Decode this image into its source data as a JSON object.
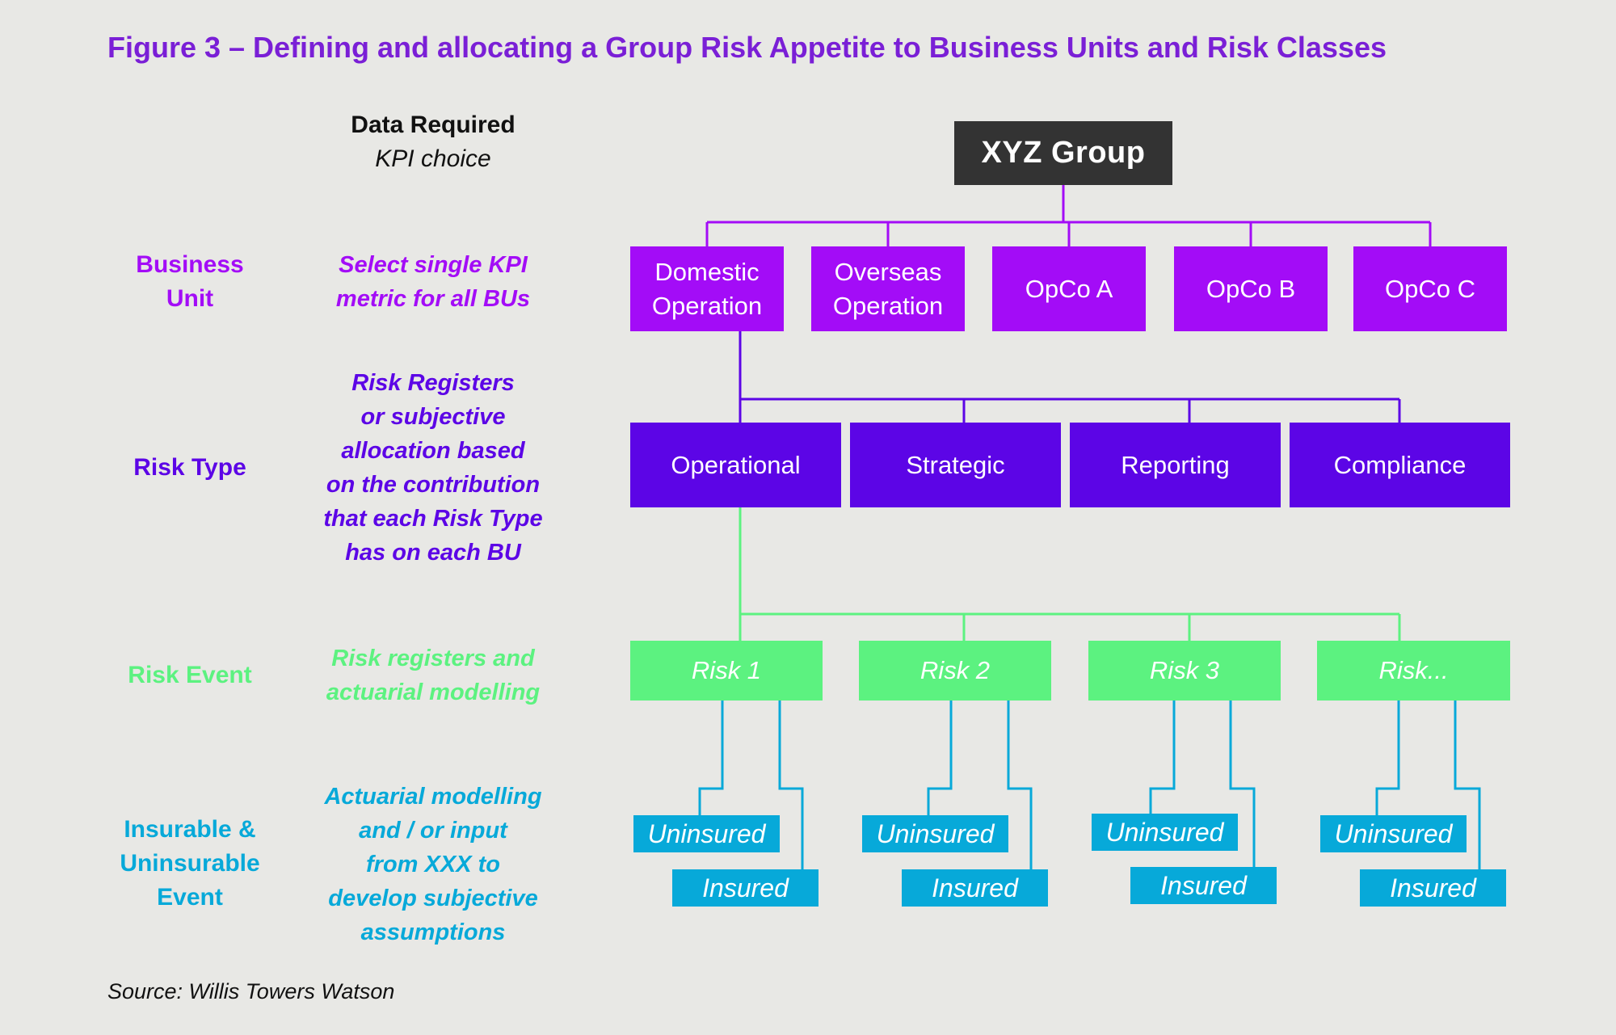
{
  "title": "Figure 3 – Defining and allocating a Group Risk Appetite to Business Units and Risk Classes",
  "header": {
    "data_required": "Data Required",
    "kpi_choice": "KPI choice"
  },
  "rows": {
    "business_unit": {
      "label": [
        "Business",
        "Unit"
      ],
      "desc": [
        "Select single KPI",
        "metric for all BUs"
      ]
    },
    "risk_type": {
      "label": [
        "Risk Type"
      ],
      "desc": [
        "Risk Registers",
        "or subjective",
        "allocation based",
        "on the contribution",
        "that each Risk Type",
        "has on each BU"
      ]
    },
    "risk_event": {
      "label": [
        "Risk Event"
      ],
      "desc": [
        "Risk registers and",
        "actuarial modelling"
      ]
    },
    "insurable_event": {
      "label": [
        "Insurable &",
        "Uninsurable",
        "Event"
      ],
      "desc": [
        "Actuarial modelling",
        "and / or input",
        "from XXX to",
        "develop subjective",
        "assumptions"
      ]
    }
  },
  "group": "XYZ Group",
  "business_units": [
    [
      "Domestic",
      "Operation"
    ],
    [
      "Overseas",
      "Operation"
    ],
    [
      "OpCo A"
    ],
    [
      "OpCo B"
    ],
    [
      "OpCo C"
    ]
  ],
  "risk_types": [
    "Operational",
    "Strategic",
    "Reporting",
    "Compliance"
  ],
  "risk_events": [
    "Risk 1",
    "Risk 2",
    "Risk 3",
    "Risk..."
  ],
  "insurance": {
    "uninsured": "Uninsured",
    "insured": "Insured"
  },
  "source": "Source: Willis Towers Watson",
  "colors": {
    "group": "#333333",
    "business_unit": "#a30cf7",
    "risk_type": "#5c05e6",
    "risk_event": "#5cf280",
    "insurable_event": "#07a9d9"
  }
}
